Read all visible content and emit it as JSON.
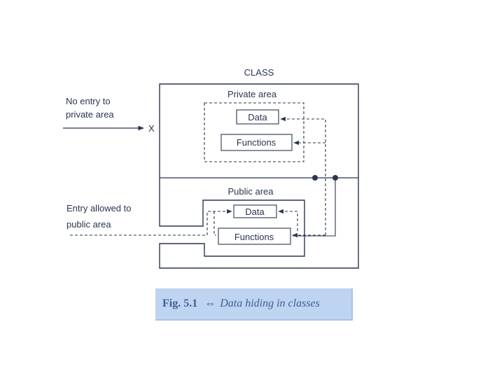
{
  "diagram": {
    "class_label": "CLASS",
    "private_area_label": "Private area",
    "public_area_label": "Public area",
    "private_data_label": "Data",
    "private_functions_label": "Functions",
    "public_data_label": "Data",
    "public_functions_label": "Functions",
    "no_entry_line1": "No entry to",
    "no_entry_line2": "private area",
    "blocked_mark": "X",
    "entry_allowed_line1": "Entry allowed to",
    "entry_allowed_line2": "public area"
  },
  "caption": {
    "figure_number": "Fig. 5.1",
    "arrow": "⇔",
    "text": "Data hiding in classes"
  },
  "colors": {
    "line": "#2a3550",
    "caption_bg": "#bfd4f0",
    "caption_text": "#3d5f98"
  }
}
